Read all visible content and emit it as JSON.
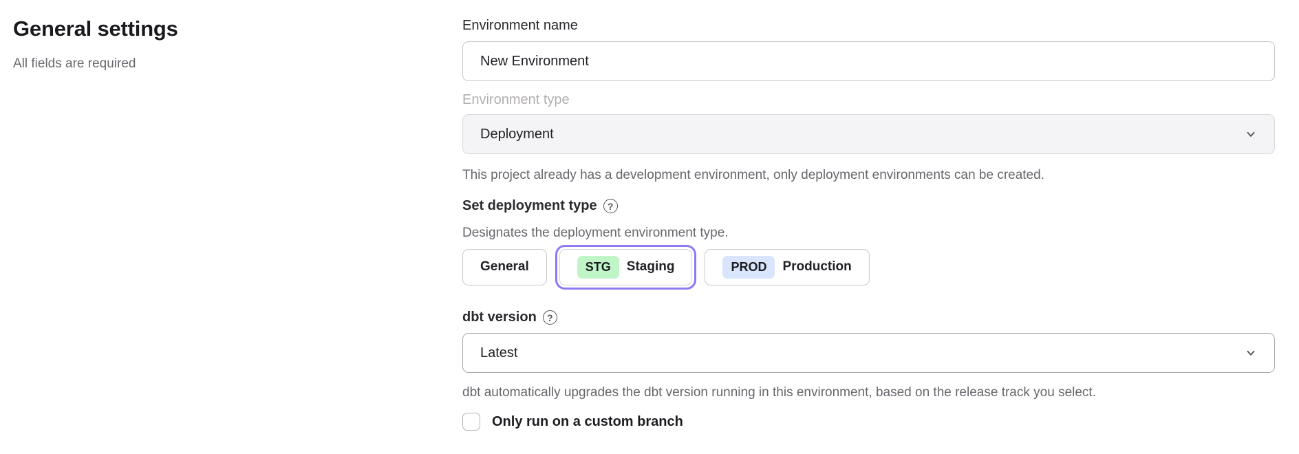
{
  "left": {
    "title": "General settings",
    "subtitle": "All fields are required"
  },
  "form": {
    "environment_name": {
      "label": "Environment name",
      "value": "New Environment"
    },
    "environment_type": {
      "label": "Environment type",
      "value": "Deployment",
      "disabled": true,
      "helper": "This project already has a development environment, only deployment environments can be created."
    },
    "deployment_type": {
      "label": "Set deployment type",
      "help_glyph": "?",
      "description": "Designates the deployment environment type.",
      "options": [
        {
          "label": "General",
          "badge": "",
          "selected": false
        },
        {
          "label": "Staging",
          "badge": "STG",
          "selected": true
        },
        {
          "label": "Production",
          "badge": "PROD",
          "selected": false
        }
      ]
    },
    "dbt_version": {
      "label": "dbt version",
      "help_glyph": "?",
      "value": "Latest",
      "helper": "dbt automatically upgrades the dbt version running in this environment, based on the release track you select."
    },
    "custom_branch": {
      "label": "Only run on a custom branch",
      "checked": false
    }
  },
  "colors": {
    "accent_purple": "#8b79f6",
    "badge_green": "#c0f5c7",
    "badge_blue": "#d8e5fc",
    "disabled_bg": "#f4f4f6"
  }
}
